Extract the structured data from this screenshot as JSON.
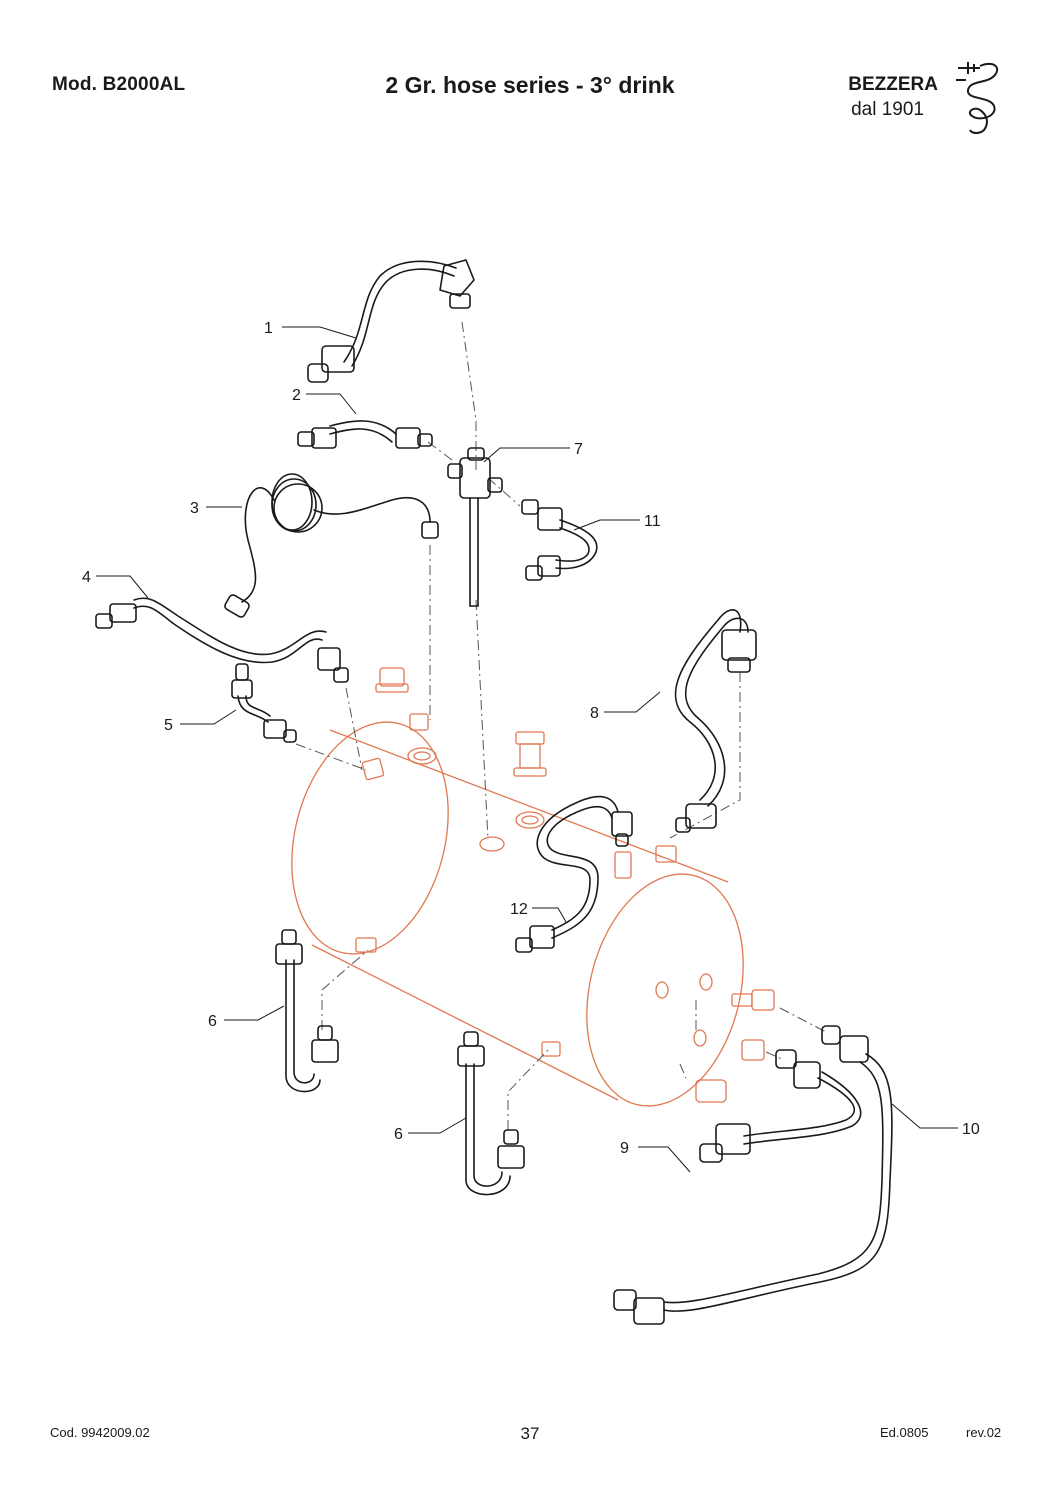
{
  "header": {
    "model": "Mod.  B2000AL",
    "title": "2 Gr. hose series - 3° drink",
    "brand": "BEZZERA",
    "since": "dal 1901"
  },
  "footer": {
    "code": "Cod. 9942009.02",
    "page": "37",
    "edition": "Ed.0805",
    "revision": "rev.02"
  },
  "parts": [
    "1",
    "2",
    "3",
    "4",
    "5",
    "6",
    "6",
    "7",
    "8",
    "9",
    "10",
    "11",
    "12"
  ],
  "colors": {
    "line": "#1a1a1a",
    "boiler": "#e07850"
  }
}
